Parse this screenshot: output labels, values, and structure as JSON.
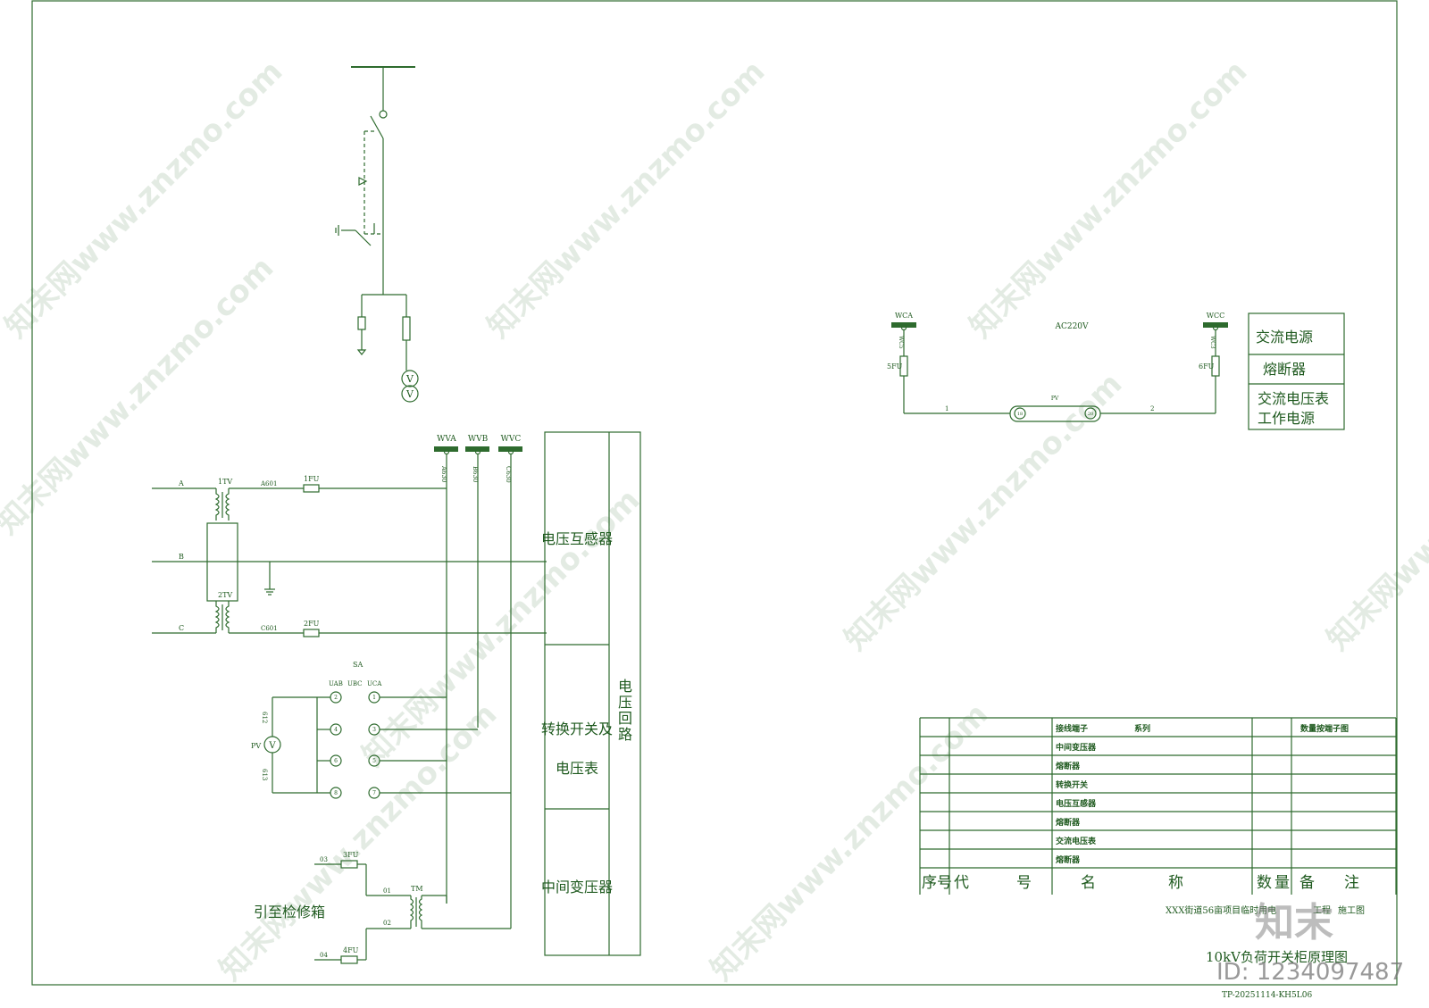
{
  "single_line": {},
  "secondary": {
    "buses": [
      "WVA",
      "WVB",
      "WVC"
    ],
    "bus_wire_labels": [
      "A630",
      "B630",
      "C630"
    ],
    "phases": [
      "A",
      "B",
      "C"
    ],
    "transformers": [
      "1TV",
      "2TV",
      "TM"
    ],
    "wire_labels": [
      "A601",
      "C601"
    ],
    "fuses": [
      "1FU",
      "2FU",
      "3FU",
      "4FU"
    ],
    "switch_label": "SA",
    "switch_positions": [
      "UAB",
      "UBC",
      "UCA"
    ],
    "switch_terminals": [
      "2",
      "4",
      "6",
      "8",
      "1",
      "3",
      "5",
      "7"
    ],
    "meter": "PV",
    "meter_symbol": "V",
    "meter_wires": [
      "612",
      "613"
    ],
    "aux_labels": [
      "03",
      "04",
      "01",
      "02"
    ],
    "maintenance_label": "引至检修箱"
  },
  "function_table": {
    "rows": [
      "电压互感器",
      "转换开关及",
      "电压表",
      "中间变压器"
    ],
    "side_label": [
      "电",
      "压",
      "回",
      "路"
    ]
  },
  "ac_power": {
    "buses": [
      "WCA",
      "WCC"
    ],
    "bus_wire_labels": [
      "WC5",
      "WC3"
    ],
    "fuses": [
      "5FU",
      "6FU"
    ],
    "voltage": "AC220V",
    "meter": "PV",
    "meter_terminals": [
      "18",
      "20"
    ],
    "wire_numbers": [
      "1",
      "2"
    ]
  },
  "ac_legend": [
    "交流电源",
    "熔断器",
    "交流电压表",
    "工作电源"
  ],
  "parts_table": {
    "header_left": "接线端子",
    "header_series": "系列",
    "header_right": "数量按端子图",
    "items": [
      "中间变压器",
      "熔断器",
      "转换开关",
      "电压互感器",
      "熔断器",
      "交流电压表",
      "熔断器"
    ],
    "footer": [
      "序号",
      "代",
      "号",
      "名",
      "称",
      "数",
      "量",
      "备",
      "注"
    ]
  },
  "title_block": {
    "project": "XXX街道56亩项目临时用电",
    "project_suffix": "工程",
    "drawing_type": "施工图",
    "title": "10kV负荷开关柜原理图",
    "drawing_no": "TP-20251114-KH5L06"
  },
  "watermark": {
    "text": "知末网www.znzmo.com",
    "brand": "知末",
    "id": "ID: 1234097487"
  }
}
